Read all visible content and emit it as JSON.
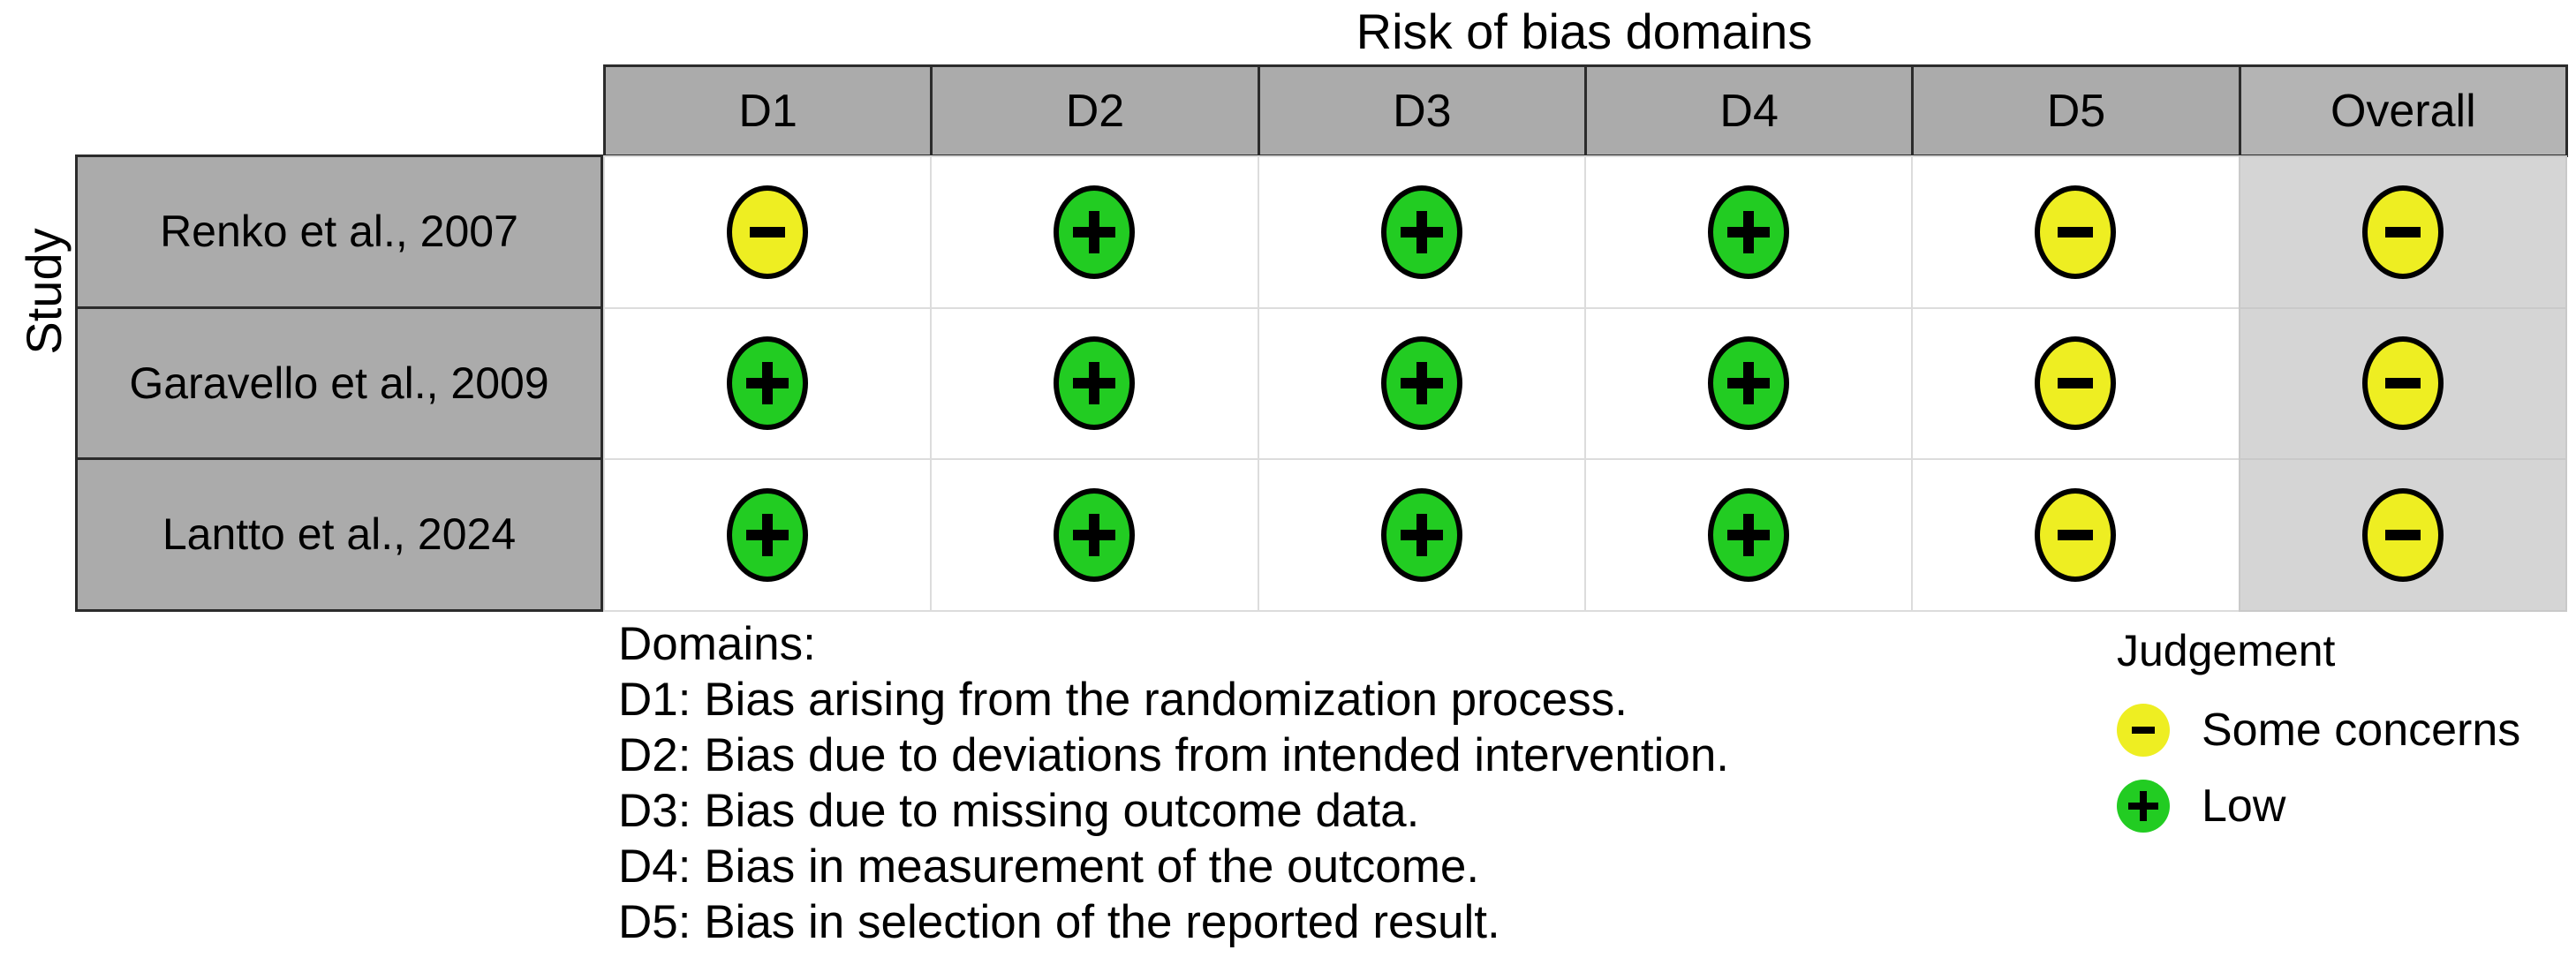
{
  "title": "Risk of bias domains",
  "axis": {
    "y_label": "Study"
  },
  "table": {
    "columns": [
      {
        "key": "D1",
        "label": "D1",
        "overall": false
      },
      {
        "key": "D2",
        "label": "D2",
        "overall": false
      },
      {
        "key": "D3",
        "label": "D3",
        "overall": false
      },
      {
        "key": "D4",
        "label": "D4",
        "overall": false
      },
      {
        "key": "D5",
        "label": "D5",
        "overall": false
      },
      {
        "key": "Overall",
        "label": "Overall",
        "overall": true
      }
    ],
    "rows": [
      {
        "study": "Renko et al., 2007",
        "judgements": [
          "concerns",
          "low",
          "low",
          "low",
          "concerns",
          "concerns"
        ]
      },
      {
        "study": "Garavello et al., 2009",
        "judgements": [
          "low",
          "low",
          "low",
          "low",
          "concerns",
          "concerns"
        ]
      },
      {
        "study": "Lantto et al., 2024",
        "judgements": [
          "low",
          "low",
          "low",
          "low",
          "concerns",
          "concerns"
        ]
      }
    ]
  },
  "domains_legend": {
    "heading": "Domains:",
    "lines": [
      "D1: Bias arising from the randomization process.",
      "D2: Bias due to deviations from intended intervention.",
      "D3: Bias due to missing outcome data.",
      "D4: Bias in measurement of the outcome.",
      "D5: Bias in selection of the reported result."
    ]
  },
  "judgement_legend": {
    "title": "Judgement",
    "items": [
      {
        "key": "concerns",
        "symbol": "-",
        "label": "Some concerns",
        "color": "#eeee22"
      },
      {
        "key": "low",
        "symbol": "+",
        "label": "Low",
        "color": "#22cc22"
      }
    ]
  },
  "colors": {
    "low": "#22cc22",
    "some_concerns": "#eeee22",
    "header_gray": "#ababab",
    "overall_cell_gray": "#d5d5d5",
    "cell_white": "#ffffff",
    "grid_line": "#dcdcdc",
    "outline": "#000000"
  },
  "chart_data": {
    "type": "table",
    "title": "Risk of bias domains",
    "xlabel": "Risk of bias domains",
    "ylabel": "Study",
    "categories": [
      "D1",
      "D2",
      "D3",
      "D4",
      "D5",
      "Overall"
    ],
    "series": [
      {
        "name": "Renko et al., 2007",
        "values": [
          "Some concerns",
          "Low",
          "Low",
          "Low",
          "Some concerns",
          "Some concerns"
        ]
      },
      {
        "name": "Garavello et al., 2009",
        "values": [
          "Low",
          "Low",
          "Low",
          "Low",
          "Some concerns",
          "Some concerns"
        ]
      },
      {
        "name": "Lantto et al., 2024",
        "values": [
          "Low",
          "Low",
          "Low",
          "Low",
          "Some concerns",
          "Some concerns"
        ]
      }
    ],
    "legend": [
      "Some concerns",
      "Low"
    ],
    "legend_position": "bottom-right",
    "grid": true
  }
}
